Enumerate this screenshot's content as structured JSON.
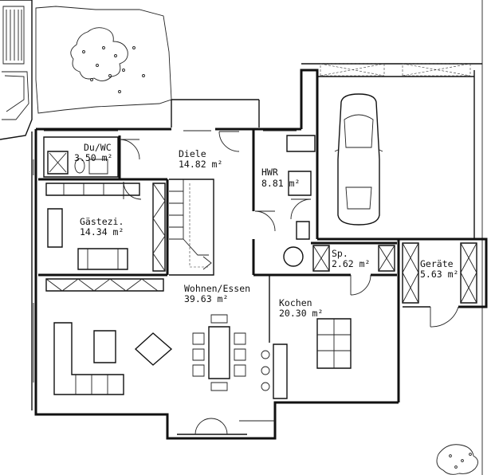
{
  "rooms": [
    {
      "name": "Du/WC",
      "area": "3.50 m²"
    },
    {
      "name": "Diele",
      "area": "14.82 m²"
    },
    {
      "name": "HWR",
      "area": "8.81 m²"
    },
    {
      "name": "Gästezi.",
      "area": "14.34 m²"
    },
    {
      "name": "Sp.",
      "area": "2.62 m²"
    },
    {
      "name": "Geräte",
      "area": "5.63 m²"
    },
    {
      "name": "Wohnen/Essen",
      "area": "39.63 m²"
    },
    {
      "name": "Kochen",
      "area": "20.30 m²"
    }
  ]
}
